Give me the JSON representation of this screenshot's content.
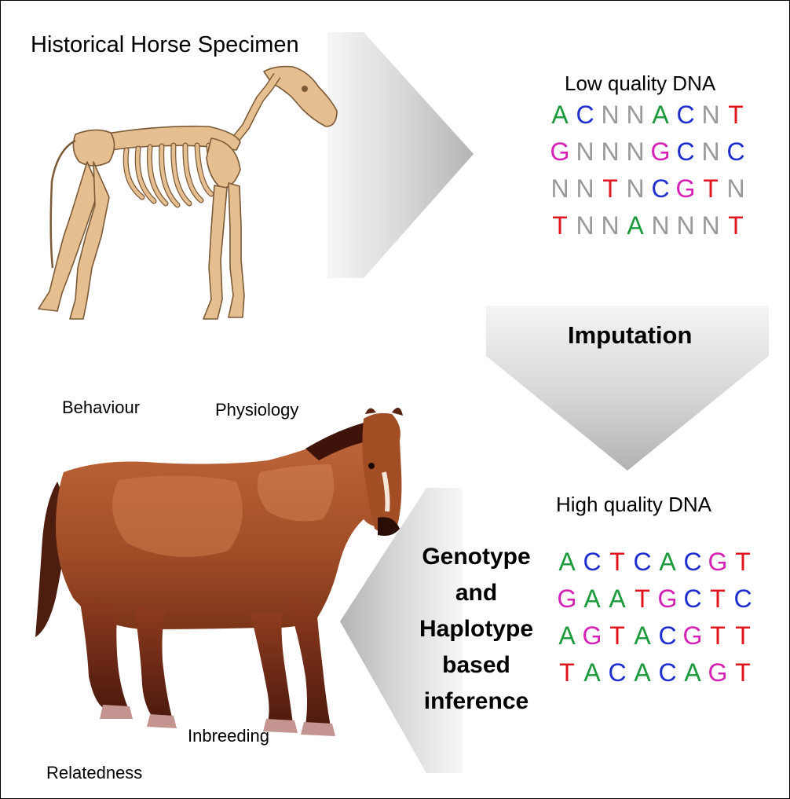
{
  "title": "Historical Horse Specimen",
  "low_quality": {
    "title": "Low quality DNA",
    "rows": [
      "ACNNACNT",
      "GNNNGCNC",
      "NNTNCGTN",
      "TNNANNNT"
    ]
  },
  "high_quality": {
    "title": "High quality DNA",
    "rows": [
      "ACTCACGT",
      "GAATGCTC",
      "AGTACGTT",
      "TACACAGT"
    ]
  },
  "steps": {
    "imputation": "Imputation",
    "inference_lines": [
      "Genotype",
      "and",
      "Haplotype",
      "based",
      "inference"
    ]
  },
  "traits": {
    "behaviour": "Behaviour",
    "physiology": "Physiology",
    "inbreeding": "Inbreeding",
    "relatedness": "Relatedness"
  },
  "nucleotide_colors": {
    "A": "#1a9a3a",
    "C": "#1f2fcf",
    "G": "#d61fb4",
    "T": "#e0141a",
    "N": "#9a9a9a"
  },
  "icons": {
    "skeleton": "horse-skeleton-illustration",
    "horse": "bay-horse-illustration"
  }
}
